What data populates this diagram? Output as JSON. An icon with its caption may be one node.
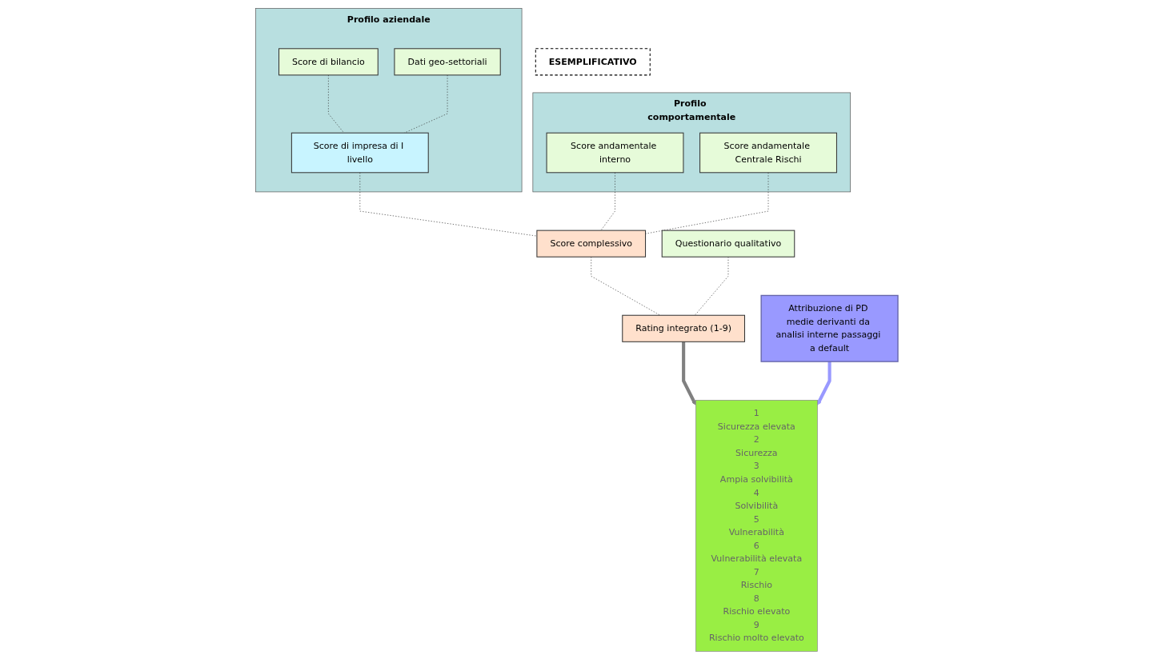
{
  "diagram": {
    "nodes": [
      {
        "text": [
          "Profilo aziendale"
        ]
      },
      {
        "text": [
          "Score di bilancio"
        ],
        "in": 0
      },
      {
        "text": [
          "Dati geo-settoriali"
        ],
        "in": 0
      },
      {
        "text": [
          "Score di impresa di I livello"
        ],
        "in": 0
      },
      {
        "text": [
          "Profilo comportamentale"
        ]
      },
      {
        "text": [
          "Score andamentale interno"
        ],
        "in": 4
      },
      {
        "text": [
          "Score andamentale Centrale Rischi"
        ],
        "in": 4
      },
      {
        "text": [
          "Score complessivo"
        ]
      },
      {
        "text": [
          "Questionario qualitativo"
        ]
      },
      {
        "text": [
          "Rating integrato (1-9)"
        ]
      },
      {
        "text": [
          "1",
          "Sicurezza elevata",
          "2",
          "Sicurezza",
          "3",
          "Ampia solvibilità",
          "4",
          "Solvibilità",
          "5",
          "Vulnerabilità",
          "6",
          "Vulnerabilità elevata",
          "7",
          "Rischio",
          "8",
          "Rischio elevato",
          "9",
          "Rischio molto elevato"
        ]
      },
      {
        "text": [
          "Attribuzione di PD medie derivanti da analisi interne passaggi a default"
        ]
      },
      {
        "text": [
          "ESEMPLIFICATIVO"
        ]
      }
    ],
    "edges": [
      {
        "from": 1,
        "to": 3,
        "arrow": "none",
        "style": "dashed",
        "color": "#333333"
      },
      {
        "from": 2,
        "to": 3,
        "arrow": "none",
        "style": "dashed",
        "color": "#333333"
      },
      {
        "from": 3,
        "to": 7,
        "arrow": "none",
        "style": "dashed",
        "color": "#333333"
      },
      {
        "from": 5,
        "to": 7,
        "arrow": "none",
        "style": "dashed",
        "color": "#333333"
      },
      {
        "from": 6,
        "to": 7,
        "arrow": "none",
        "style": "dashed",
        "color": "#333333"
      },
      {
        "from": 7,
        "to": 9,
        "arrow": "none",
        "style": "dashed",
        "color": "#333333"
      },
      {
        "from": 8,
        "to": 9,
        "arrow": "none",
        "style": "dashed",
        "color": "#333333"
      },
      {
        "from": 9,
        "to": 10,
        "arrow": "to",
        "style": "thick",
        "color": "#808080"
      },
      {
        "from": 11,
        "to": 10,
        "arrow": "to",
        "style": "thick",
        "color": "#9999ff"
      }
    ]
  }
}
